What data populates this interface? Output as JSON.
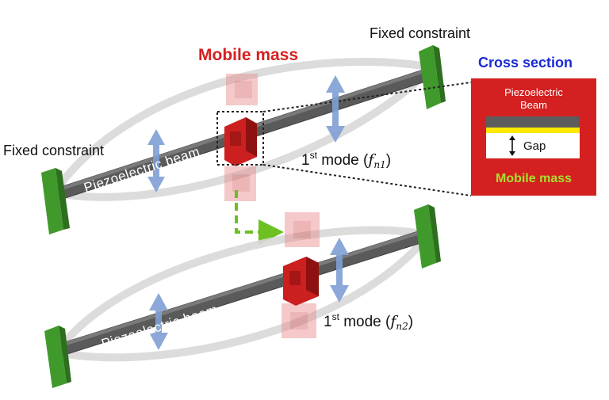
{
  "labels": {
    "mobile_mass_title": "Mobile mass",
    "fixed_constraint_top_right": "Fixed constraint",
    "fixed_constraint_left": "Fixed constraint",
    "beam_top": "Piezoelectric  beam",
    "beam_bottom": "Piezoelectric  beam",
    "mode1": {
      "num": "1",
      "sup": "st",
      "text": " mode (",
      "f": "f",
      "sub": "n1",
      "close": ")"
    },
    "mode2": {
      "num": "1",
      "sup": "st",
      "text": " mode (",
      "f": "f",
      "sub": "n2",
      "close": ")"
    }
  },
  "cross_section": {
    "title": "Cross section",
    "beam_label_line1": "Piezoelectric",
    "beam_label_line2": "Beam",
    "gap_label": "Gap",
    "mobile_mass_label": "Mobile mass"
  },
  "colors": {
    "beam": "#5a5a5a",
    "mass": "#cc1f1f",
    "support": "#3f9a2b",
    "arrow": "#7f9fd4",
    "dash_arrow": "#6cc020",
    "cross_section_bg": "#d42020",
    "piezo_layer": "#5c5c5c",
    "yellow_layer": "#ffe900"
  }
}
